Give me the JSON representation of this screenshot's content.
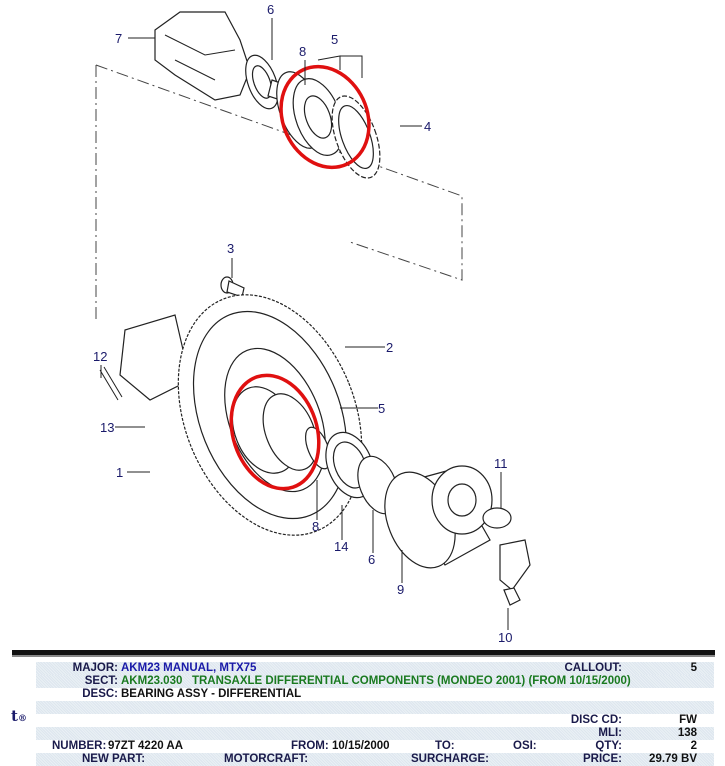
{
  "diagram": {
    "callouts": {
      "c7": "7",
      "c6a": "6",
      "c8a": "8",
      "c5a": "5",
      "c4": "4",
      "c3": "3",
      "c2": "2",
      "c12": "12",
      "c5b": "5",
      "c13": "13",
      "c1": "1",
      "c8b": "8",
      "c14": "14",
      "c6b": "6",
      "c9": "9",
      "c11": "11",
      "c10": "10"
    },
    "highlight_color": "#e01010"
  },
  "panel": {
    "logo": "t",
    "logo_mark": "®",
    "major": {
      "label": "MAJOR:",
      "value": "AKM23  MANUAL, MTX75"
    },
    "sect": {
      "label": "SECT:",
      "value": "AKM23.030   TRANSAXLE DIFFERENTIAL COMPONENTS (MONDEO 2001) (FROM 10/15/2000)"
    },
    "desc": {
      "label": "DESC:",
      "value": "BEARING ASSY - DIFFERENTIAL"
    },
    "callout": {
      "label": "CALLOUT:",
      "value": "5"
    },
    "disc_cd": {
      "label": "DISC CD:",
      "value": "FW"
    },
    "mli": {
      "label": "MLI:",
      "value": "138"
    },
    "number": {
      "label": "NUMBER:",
      "value": "97ZT 4220 AA"
    },
    "from": {
      "label": "FROM:",
      "value": "10/15/2000"
    },
    "to": {
      "label": "TO:",
      "value": ""
    },
    "osi": {
      "label": "OSI:",
      "value": ""
    },
    "qty": {
      "label": "QTY:",
      "value": "2"
    },
    "new_part": {
      "label": "NEW PART:",
      "value": ""
    },
    "motorcraft": {
      "label": "MOTORCRAFT:",
      "value": ""
    },
    "surcharge": {
      "label": "SURCHARGE:",
      "value": ""
    },
    "price": {
      "label": "PRICE:",
      "value": "29.79 BV"
    }
  }
}
